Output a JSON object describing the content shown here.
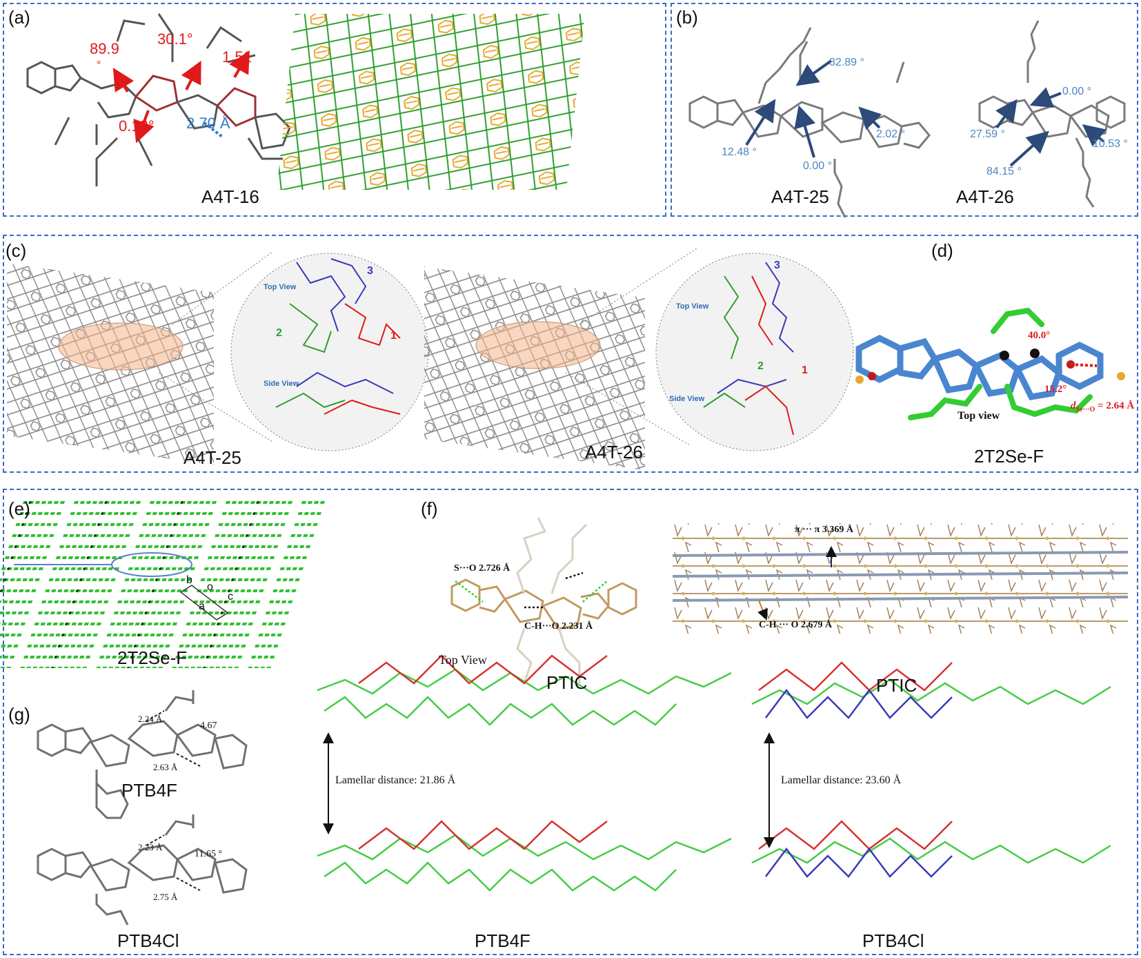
{
  "panels": {
    "a": {
      "label": "(a)",
      "name": "A4T-16",
      "angles": [
        "89.9",
        "°",
        "30.1°",
        "1.51",
        "0.13°"
      ],
      "distance": "2.70 Å"
    },
    "b": {
      "label": "(b)",
      "name_left": "A4T-25",
      "name_right": "A4T-26",
      "angles_left": [
        "82.89 °",
        "12.48 °",
        "0.00 °",
        "2.02 °"
      ],
      "angles_right": [
        "0.00 °",
        "27.59 °",
        "84.15 °",
        "10.53 °"
      ]
    },
    "c": {
      "label": "(c)",
      "name_left": "A4T-25",
      "name_right": "A4T-26",
      "top_view": "Top View",
      "side_view": "Side View",
      "mol_numbers": [
        "1",
        "2",
        "3"
      ]
    },
    "d": {
      "label": "(d)",
      "name": "2T2Se-F",
      "angle_1": "40.0°",
      "angle_2": "15.2°",
      "distance_symbol": "d",
      "distance_sub": "Se···O",
      "distance_value": "= 2.64 Å",
      "view": "Top view"
    },
    "e": {
      "label": "(e)",
      "name": "2T2Se-F",
      "axes": [
        "b",
        "o",
        "c",
        "a"
      ]
    },
    "f": {
      "label": "(f)",
      "name_left": "PTIC",
      "name_right": "PTIC",
      "so": "S···O 2.726 Å",
      "cho_left": "C-H···O 2.231 Å",
      "top_view": "Top View",
      "pipi": "π ··· π  3.369 Å",
      "cho_right": "C-H ··· O  2.679 Å"
    },
    "g": {
      "label": "(g)",
      "name_ptb4f": "PTB4F",
      "name_ptb4cl": "PTB4Cl",
      "name_mid": "PTB4F",
      "name_right": "PTB4Cl",
      "ptb4f_d1": "2.24 Å",
      "ptb4f_d2": "2.63 Å",
      "ptb4f_a": "4.67",
      "ptb4cl_d1": "2.23 Å",
      "ptb4cl_d2": "2.75 Å",
      "ptb4cl_a": "11.65 °",
      "lamellar_1": "Lamellar distance: 21.86 Å",
      "lamellar_2": "Lamellar distance: 23.60 Å"
    }
  },
  "colors": {
    "border": "#3a6bc4",
    "green": "#2e9e2e",
    "orange": "#e8a830",
    "red": "#e01a1a",
    "blue": "#3a3ab8",
    "gray": "#777777",
    "lime": "#33dd33",
    "ball_blue": "#4a86d0"
  }
}
